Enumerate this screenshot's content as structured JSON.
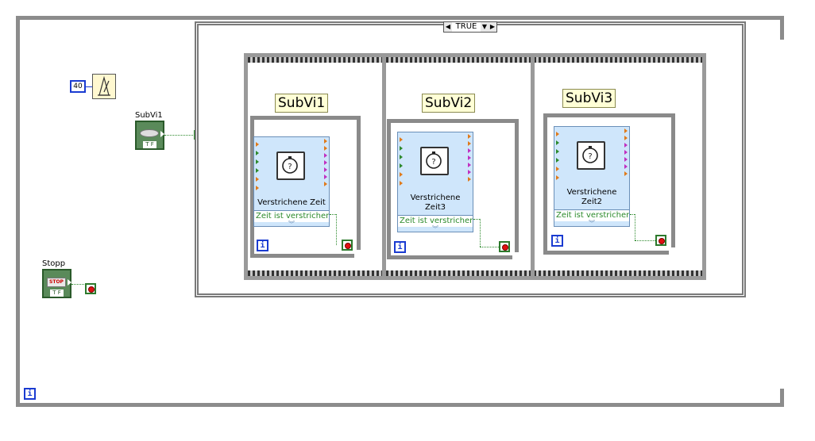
{
  "case_structure": {
    "selector_label": "TRUE"
  },
  "constant": {
    "value": "40"
  },
  "controls": {
    "subvi1_label": "SubVi1",
    "stopp_label": "Stopp",
    "tf_text": "T F",
    "stop_text": "STOP",
    "selector_terminal": "?"
  },
  "frames": [
    {
      "title": "SubVi1",
      "express_name": "Verstrichene Zeit",
      "output_label": "Zeit ist verstricher"
    },
    {
      "title": "SubVi2",
      "express_name": "Verstrichene Zeit3",
      "output_label": "Zeit ist verstricher"
    },
    {
      "title": "SubVi3",
      "express_name": "Verstrichene Zeit2",
      "output_label": "Zeit ist verstricher"
    }
  ],
  "iteration_symbol": "i",
  "colors": {
    "wire_boolean": "#2d8a2d",
    "iteration_terminal": "#1a3bd1",
    "express_bg": "#cfe6fb"
  }
}
